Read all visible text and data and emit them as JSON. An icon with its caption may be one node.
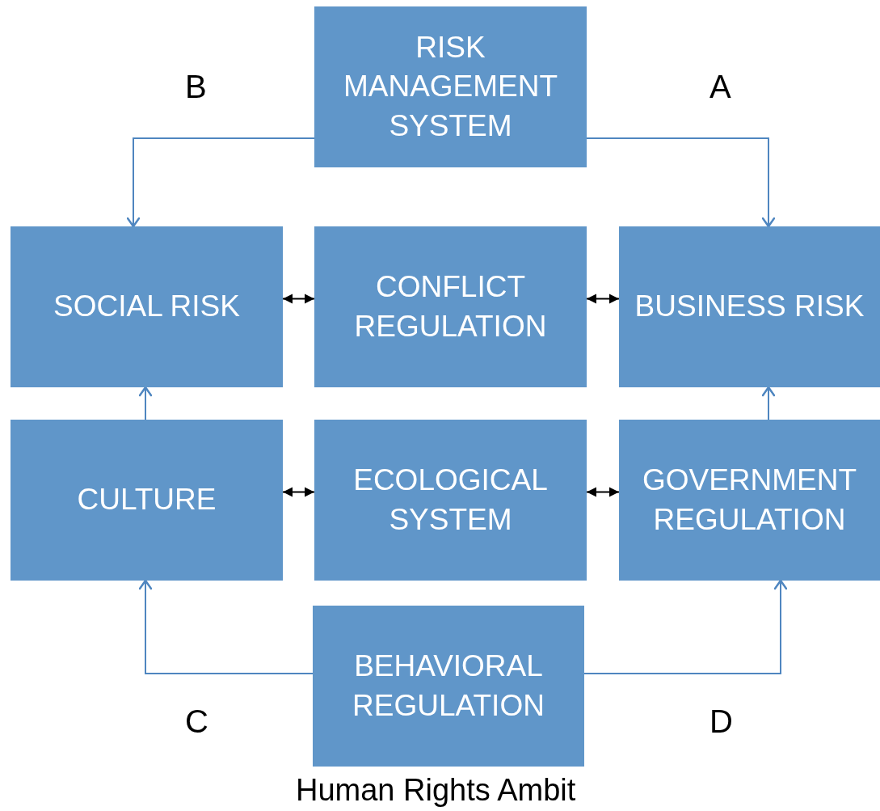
{
  "diagram": {
    "caption": "Human Rights Ambit",
    "nodes": [
      {
        "text": [
          "RISK MANAGEMENT SYSTEM"
        ]
      },
      {
        "text": [
          "SOCIAL RISK"
        ]
      },
      {
        "text": [
          "CONFLICT REGULATION"
        ]
      },
      {
        "text": [
          "BUSINESS RISK"
        ]
      },
      {
        "text": [
          "CULTURE"
        ]
      },
      {
        "text": [
          "ECOLOGICAL SYSTEM"
        ]
      },
      {
        "text": [
          "GOVERNMENT REGULATION"
        ]
      },
      {
        "text": [
          "BEHAVIORAL REGULATION"
        ]
      }
    ],
    "edges": [
      {
        "from": 0,
        "to": 1,
        "arrow": "to"
      },
      {
        "from": 0,
        "to": 3,
        "arrow": "to"
      },
      {
        "from": 1,
        "to": 2,
        "arrow": "both",
        "color": "#000000"
      },
      {
        "from": 2,
        "to": 3,
        "arrow": "both",
        "color": "#000000"
      },
      {
        "from": 4,
        "to": 1,
        "arrow": "to"
      },
      {
        "from": 4,
        "to": 5,
        "arrow": "both",
        "color": "#000000"
      },
      {
        "from": 5,
        "to": 6,
        "arrow": "both",
        "color": "#000000"
      },
      {
        "from": 6,
        "to": 3,
        "arrow": "to"
      },
      {
        "from": 7,
        "to": 4,
        "arrow": "to"
      },
      {
        "from": 7,
        "to": 6,
        "arrow": "to"
      }
    ],
    "labels": [
      "B",
      "A",
      "C",
      "D"
    ]
  }
}
